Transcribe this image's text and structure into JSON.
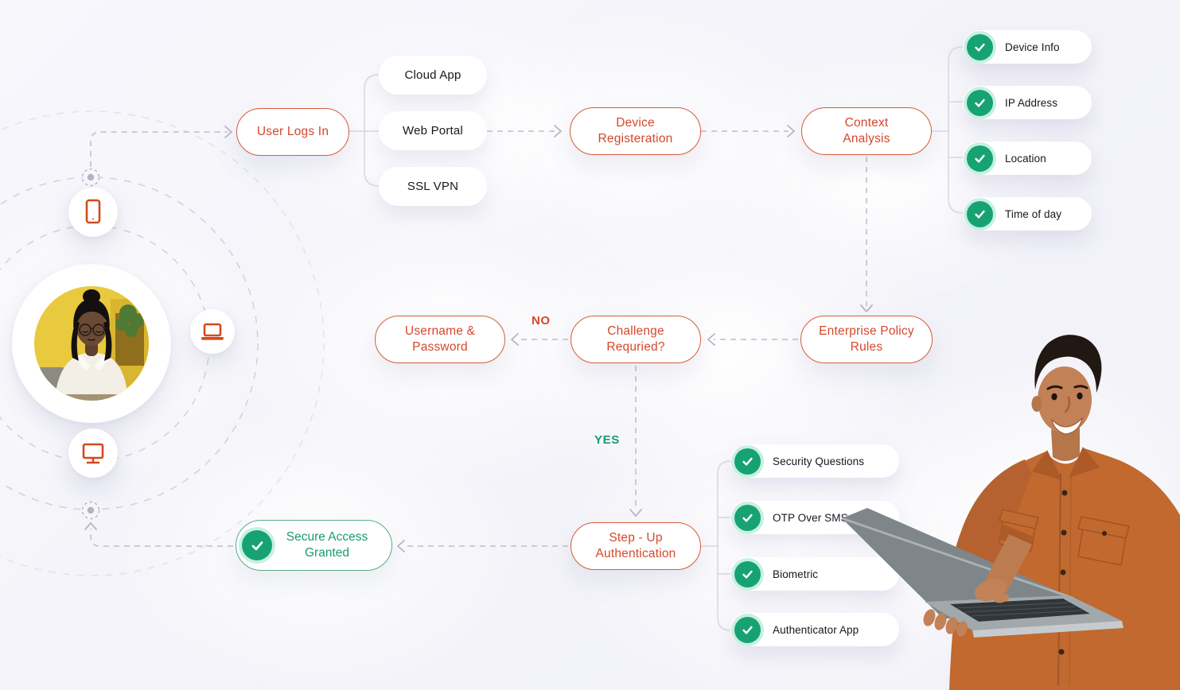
{
  "colors": {
    "accent_orange": "#d5472b",
    "green": "#17a274",
    "green_text": "#1a9b6b",
    "ink": "#17171f",
    "connector": "#c6c6d4"
  },
  "icons": {
    "check": "✓",
    "tablet": "tablet-outline",
    "laptop": "laptop-outline",
    "monitor": "monitor-outline"
  },
  "flow": {
    "user_logs_in": "User Logs In",
    "access_methods": [
      "Cloud App",
      "Web Portal",
      "SSL VPN"
    ],
    "device_registration": "Device Registeration",
    "context_analysis": "Context Analysis",
    "context_checks": [
      "Device Info",
      "IP Address",
      "Location",
      "Time of day"
    ],
    "enterprise_policy_rules": "Enterprise Policy Rules",
    "challenge_required": "Challenge Requried?",
    "decision_no": "NO",
    "decision_yes": "YES",
    "username_password": "Username & Password",
    "step_up_authentication": "Step - Up Authentication",
    "step_up_methods": [
      "Security Questions",
      "OTP Over SMS",
      "Biometric",
      "Authenticator App"
    ],
    "secure_access_granted": "Secure Access Granted"
  }
}
